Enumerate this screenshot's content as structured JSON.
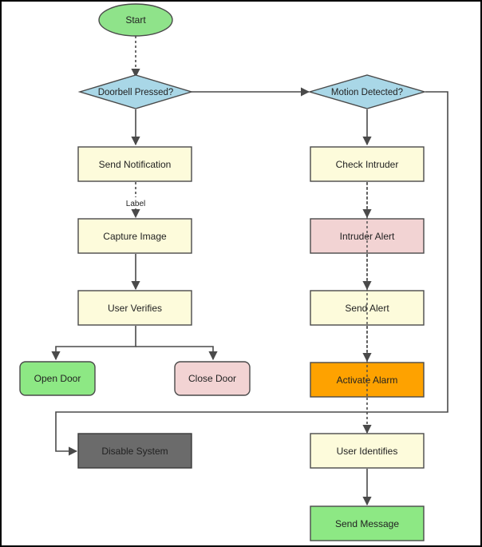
{
  "colors": {
    "ellipse_fill": "#8fe38a",
    "diamond_fill": "#a9d7e7",
    "process_fill": "#fdfbdb",
    "green_fill": "#8de884",
    "pink_fill": "#f2d3d3",
    "orange_fill": "#fea200",
    "gray_fill": "#6b6b6b",
    "stroke": "#4a4a4a",
    "frame": "#000000"
  },
  "nodes": {
    "start": "Start",
    "doorbell_pressed": "Doorbell Pressed?",
    "motion_detected": "Motion Detected?",
    "send_notification": "Send Notification",
    "capture_image": "Capture Image",
    "user_verifies": "User Verifies",
    "open_door": "Open Door",
    "close_door": "Close Door",
    "disable_system": "Disable System",
    "check_intruder": "Check Intruder",
    "intruder_alert": "Intruder Alert",
    "send_alert": "Send Alert",
    "activate_alarm": "Activate Alarm",
    "user_identifies": "User Identifies",
    "send_message": "Send Message"
  },
  "edge_labels": {
    "notification_to_capture": "Label"
  }
}
